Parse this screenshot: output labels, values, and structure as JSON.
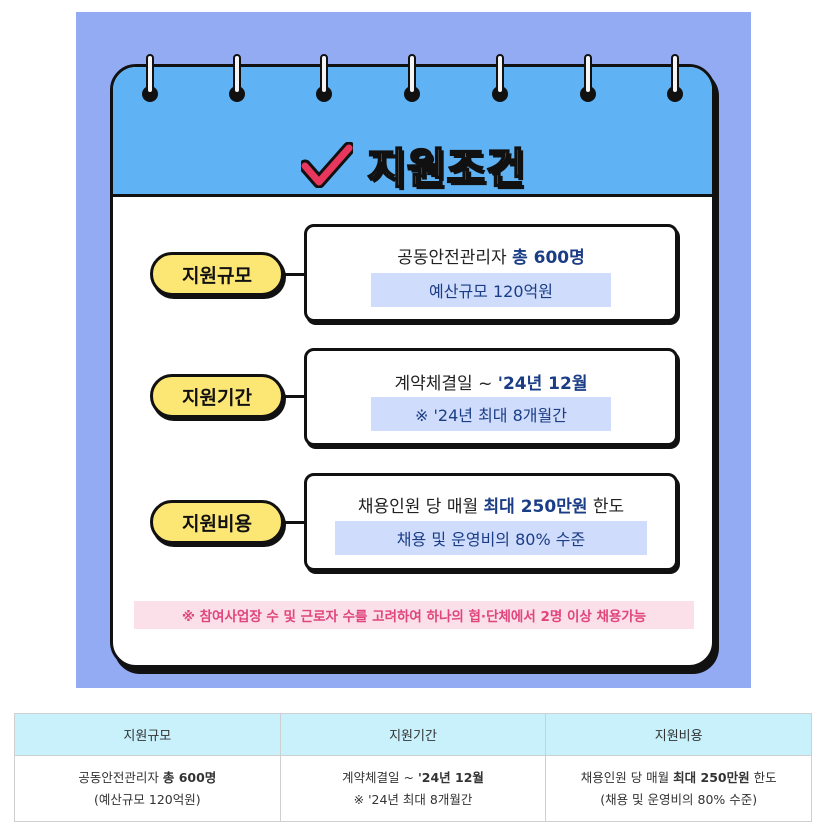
{
  "poster": {
    "title": "지원조건",
    "icons": {
      "check": "check-icon",
      "rings": "binder-ring-icon"
    },
    "rows": [
      {
        "label": "지원규모",
        "line1_pre": "공동안전관리자 ",
        "line1_hl": "총 600명",
        "line1_post": "",
        "line2": "예산규모 120억원"
      },
      {
        "label": "지원기간",
        "line1_pre": "계약체결일 ~ ",
        "line1_hl": "'24년 12월",
        "line1_post": "",
        "line2": "※ '24년 최대 8개월간"
      },
      {
        "label": "지원비용",
        "line1_pre": "채용인원 당 매월 ",
        "line1_hl": "최대 250만원",
        "line1_post": " 한도",
        "line2": "채용 및 운영비의 80% 수준"
      }
    ],
    "footnote": "※ 참여사업장 수 및 근로자 수를 고려하여 하나의 협·단체에서 2명 이상 채용가능",
    "colors": {
      "background": "#93abf3",
      "header": "#5fb2f3",
      "label": "#fde774",
      "highlight": "#cfdcfb",
      "footnote": "#e0457b",
      "check": "#e8365d"
    }
  },
  "table": {
    "headers": [
      "지원규모",
      "지원기간",
      "지원비용"
    ],
    "cells": [
      {
        "l1_pre": "공동안전관리자 ",
        "l1_b": "총 600명",
        "l1_post": "",
        "l2": "(예산규모 120억원)"
      },
      {
        "l1_pre": "계약체결일 ~ ",
        "l1_b": "'24년 12월",
        "l1_post": "",
        "l2": "※ '24년 최대 8개월간"
      },
      {
        "l1_pre": "채용인원 당 매월 ",
        "l1_b": "최대 250만원",
        "l1_post": " 한도",
        "l2": "(채용 및 운영비의 80% 수준)"
      }
    ],
    "header_color": "#c8f1fb"
  }
}
